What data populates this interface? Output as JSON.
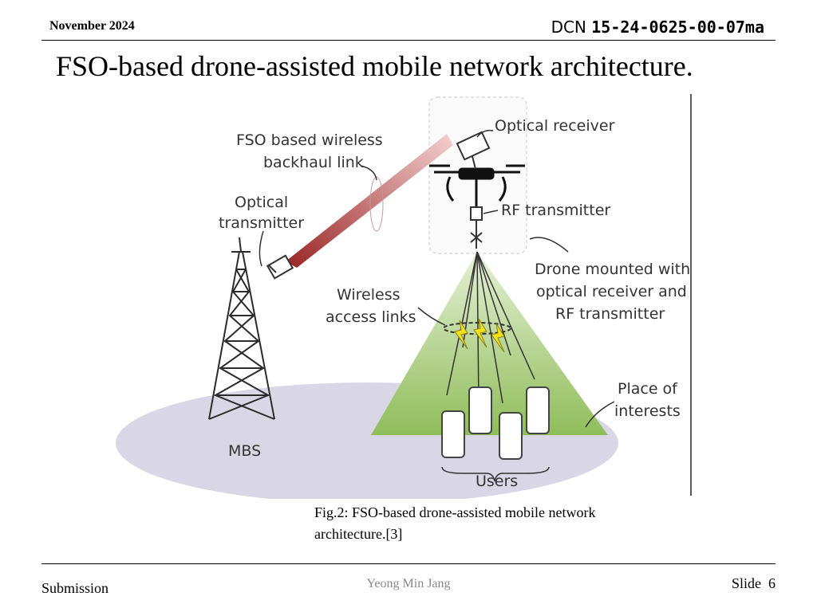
{
  "header": {
    "date": "November 2024",
    "dcn_prefix": "DCN",
    "dcn_number": "15-24-0625-00-07ma"
  },
  "title": "FSO-based drone-assisted mobile network architecture.",
  "figure": {
    "labels": {
      "fso_line1": "FSO based wireless",
      "fso_line2": "backhaul link",
      "optical_transmitter_line1": "Optical",
      "optical_transmitter_line2": "transmitter",
      "optical_receiver": "Optical receiver",
      "rf_transmitter": "RF transmitter",
      "drone_line1": "Drone mounted with",
      "drone_line2": "optical receiver and",
      "drone_line3": "RF transmitter",
      "wireless_line1": "Wireless",
      "wireless_line2": "access links",
      "place_line1": "Place of",
      "place_line2": "interests",
      "mbs": "MBS",
      "users": "Users"
    },
    "colors": {
      "ground": "#d9d6e6",
      "cone": "#9bc467",
      "beam": "#a83a3a",
      "lightning": "#f2e21c"
    }
  },
  "caption": "Fig.2: FSO-based drone-assisted mobile network architecture.[3]",
  "footer": {
    "left": "Submission",
    "center": "Yeong Min Jang",
    "slide_label": "Slide",
    "slide_number": "6"
  }
}
